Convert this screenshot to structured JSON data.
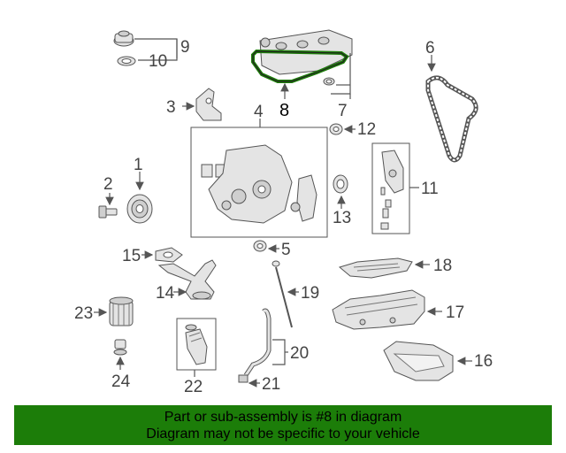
{
  "callouts": {
    "c1": "1",
    "c2": "2",
    "c3": "3",
    "c4": "4",
    "c5": "5",
    "c6": "6",
    "c7": "7",
    "c8": "8",
    "c9": "9",
    "c10": "10",
    "c11": "11",
    "c12": "12",
    "c13": "13",
    "c14": "14",
    "c15": "15",
    "c16": "16",
    "c17": "17",
    "c18": "18",
    "c19": "19",
    "c20": "20",
    "c21": "21",
    "c22": "22",
    "c23": "23",
    "c24": "24"
  },
  "highlight_color": "#1c7d09",
  "banner": {
    "line1": "Part or sub-assembly is #8 in diagram",
    "line2": "Diagram may not be specific to your vehicle",
    "color": "#1c7d09"
  }
}
